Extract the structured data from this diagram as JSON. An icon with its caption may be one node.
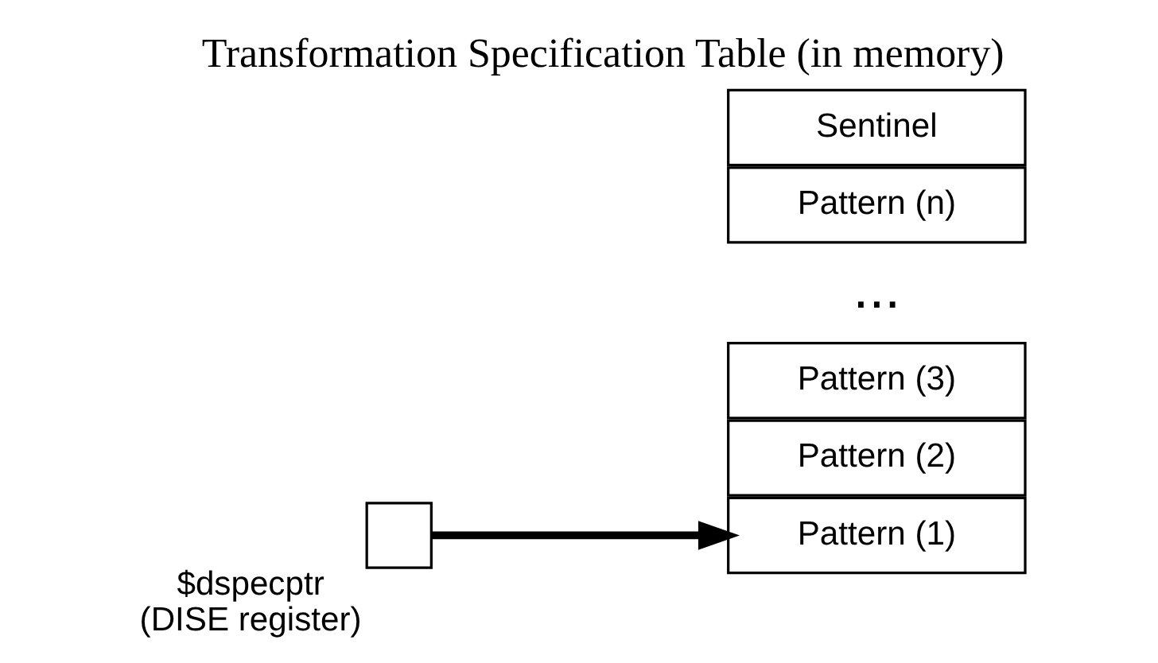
{
  "diagram": {
    "title": "Transformation Specification Table (in memory)",
    "nodes": [
      {
        "text": [],
        "shape": "box",
        "beside": [
          "$dspecptr",
          "(DISE register)"
        ]
      },
      {
        "text": [
          "Pattern (1)"
        ]
      },
      {
        "text": [
          "Pattern (2)"
        ]
      },
      {
        "text": [
          "Pattern (3)"
        ]
      },
      {
        "text": [
          "Pattern (n)"
        ]
      },
      {
        "text": [
          "Sentinel"
        ]
      }
    ],
    "edges": [
      {
        "from": 0,
        "to": 1,
        "arrow": "to"
      }
    ],
    "labels": [
      "..."
    ]
  }
}
